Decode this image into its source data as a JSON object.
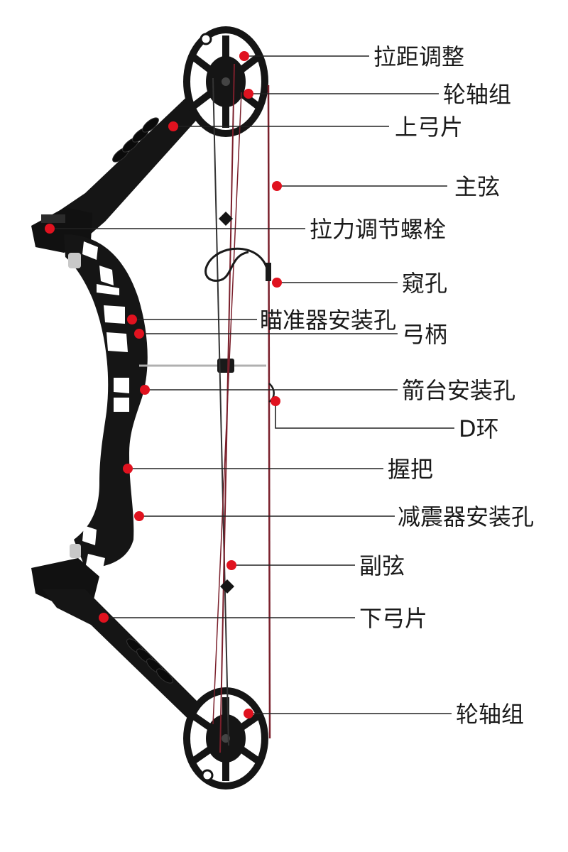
{
  "colors": {
    "bow_black": "#151515",
    "bow_edge": "#2a2a2a",
    "string_red": "#7a1f2b",
    "dot_red": "#e0121f",
    "leader_line": "#222222",
    "label_text": "#1a1a1a",
    "metal": "#c8c8c8"
  },
  "labels": {
    "draw_length_adjust": "拉距调整",
    "cam_axle_top": "轮轴组",
    "upper_limb": "上弓片",
    "main_string": "主弦",
    "draw_weight_bolt": "拉力调节螺栓",
    "peep_hole": "窥孔",
    "sight_mount": "瞄准器安装孔",
    "riser": "弓柄",
    "arrow_rest_mount": "箭台安装孔",
    "d_loop": "D环",
    "grip": "握把",
    "stabilizer_mount": "减震器安装孔",
    "cable": "副弦",
    "lower_limb": "下弓片",
    "cam_axle_bottom": "轮轴组"
  },
  "icons": {
    "bow": "compound-bow-illustration",
    "marker": "red-dot-marker"
  }
}
